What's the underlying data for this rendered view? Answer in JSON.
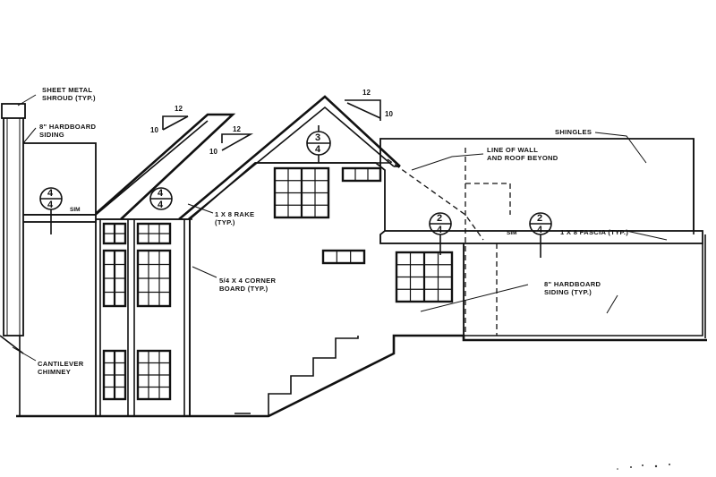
{
  "callouts": {
    "shroud": [
      "SHEET METAL",
      "SHROUD (TYP.)"
    ],
    "siding_left": [
      "8\" HARDBOARD",
      "SIDING"
    ],
    "shingles": [
      "SHINGLES"
    ],
    "line_of_wall": [
      "LINE OF WALL",
      "AND ROOF BEYOND"
    ],
    "rake": [
      "1 X 8 RAKE",
      "(TYP.)"
    ],
    "fascia": [
      "1 X 8 FASCIA (TYP.)"
    ],
    "corner_board": [
      "5/4 X 4 CORNER",
      "BOARD (TYP.)"
    ],
    "siding_right": [
      "8\" HARDBOARD",
      "SIDING (TYP.)"
    ],
    "cantilever": [
      "CANTILEVER",
      "CHIMNEY"
    ]
  },
  "roof_pitch": {
    "rise": "10",
    "run": "12"
  },
  "section_tags": [
    {
      "top": "4",
      "bottom": "4"
    },
    {
      "top": "4",
      "bottom": "4"
    },
    {
      "top": "3",
      "bottom": "4"
    },
    {
      "top": "2",
      "bottom": "4"
    },
    {
      "top": "2",
      "bottom": "4"
    }
  ],
  "sim_label": "SIM",
  "colors": {
    "ink": "#111111",
    "paper": "#ffffff"
  }
}
